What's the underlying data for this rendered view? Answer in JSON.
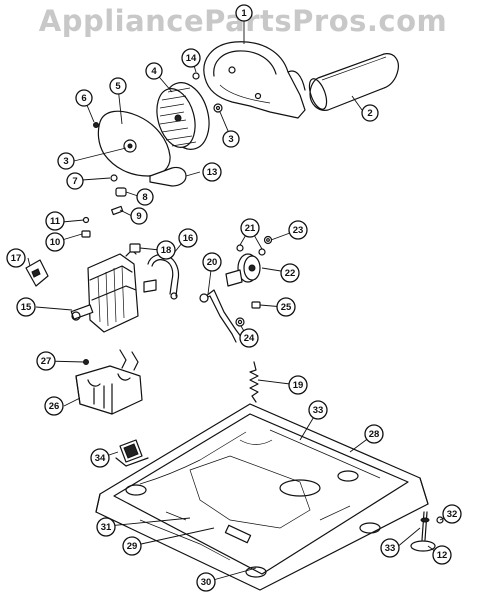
{
  "watermark": "AppliancePartsPros.com",
  "callouts": [
    {
      "id": "c1",
      "label": "1"
    },
    {
      "id": "c2",
      "label": "2"
    },
    {
      "id": "c3a",
      "label": "3"
    },
    {
      "id": "c3b",
      "label": "3"
    },
    {
      "id": "c4",
      "label": "4"
    },
    {
      "id": "c5",
      "label": "5"
    },
    {
      "id": "c6",
      "label": "6"
    },
    {
      "id": "c7",
      "label": "7"
    },
    {
      "id": "c8",
      "label": "8"
    },
    {
      "id": "c9",
      "label": "9"
    },
    {
      "id": "c10",
      "label": "10"
    },
    {
      "id": "c11",
      "label": "11"
    },
    {
      "id": "c12",
      "label": "12"
    },
    {
      "id": "c13",
      "label": "13"
    },
    {
      "id": "c14",
      "label": "14"
    },
    {
      "id": "c15",
      "label": "15"
    },
    {
      "id": "c16",
      "label": "16"
    },
    {
      "id": "c17",
      "label": "17"
    },
    {
      "id": "c18",
      "label": "18"
    },
    {
      "id": "c19",
      "label": "19"
    },
    {
      "id": "c20",
      "label": "20"
    },
    {
      "id": "c21",
      "label": "21"
    },
    {
      "id": "c22",
      "label": "22"
    },
    {
      "id": "c23",
      "label": "23"
    },
    {
      "id": "c24",
      "label": "24"
    },
    {
      "id": "c25",
      "label": "25"
    },
    {
      "id": "c26",
      "label": "26"
    },
    {
      "id": "c27",
      "label": "27"
    },
    {
      "id": "c28",
      "label": "28"
    },
    {
      "id": "c29",
      "label": "29"
    },
    {
      "id": "c30",
      "label": "30"
    },
    {
      "id": "c31",
      "label": "31"
    },
    {
      "id": "c32",
      "label": "32"
    },
    {
      "id": "c33a",
      "label": "33"
    },
    {
      "id": "c33b",
      "label": "33"
    },
    {
      "id": "c34",
      "label": "34"
    }
  ]
}
